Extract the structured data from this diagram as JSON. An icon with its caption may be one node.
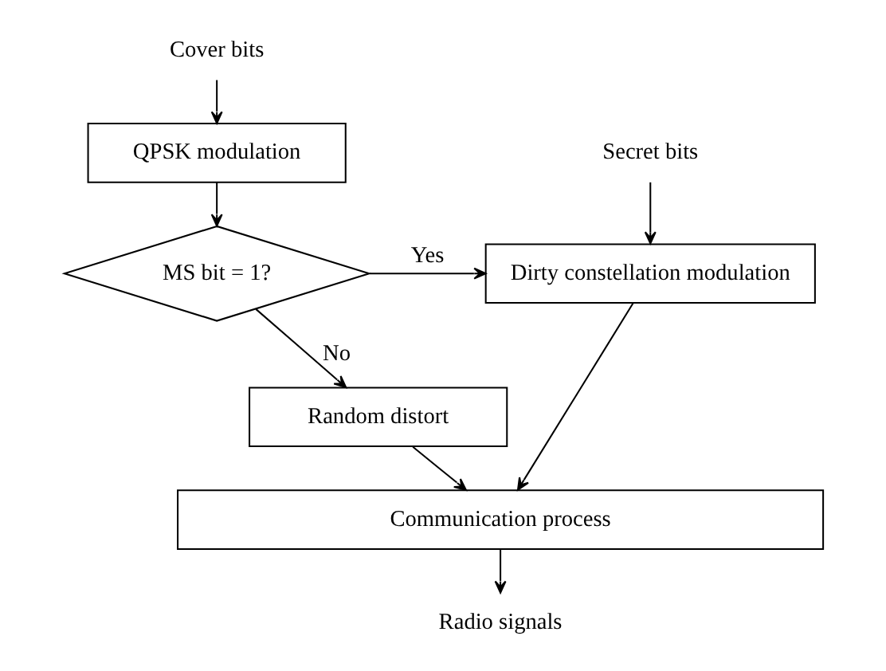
{
  "diagram": {
    "nodes": [
      {
        "text": [
          "Cover bits"
        ]
      },
      {
        "text": [
          "QPSK modulation"
        ]
      },
      {
        "text": [
          "MS bit = 1?"
        ]
      },
      {
        "text": [
          "Random distort"
        ]
      },
      {
        "text": [
          "Secret bits"
        ]
      },
      {
        "text": [
          "Dirty constellation modulation"
        ]
      },
      {
        "text": [
          "Communication process"
        ]
      },
      {
        "text": [
          "Radio signals"
        ]
      }
    ],
    "edges": [
      {
        "from": 0,
        "to": 1,
        "arrow": "to"
      },
      {
        "from": 1,
        "to": 2,
        "arrow": "to"
      },
      {
        "from": 2,
        "to": 5,
        "arrow": "to",
        "label": "Yes"
      },
      {
        "from": 2,
        "to": 3,
        "arrow": "to",
        "label": "No"
      },
      {
        "from": 4,
        "to": 5,
        "arrow": "to"
      },
      {
        "from": 3,
        "to": 6,
        "arrow": "to"
      },
      {
        "from": 5,
        "to": 6,
        "arrow": "to"
      },
      {
        "from": 6,
        "to": 7,
        "arrow": "to"
      }
    ]
  }
}
